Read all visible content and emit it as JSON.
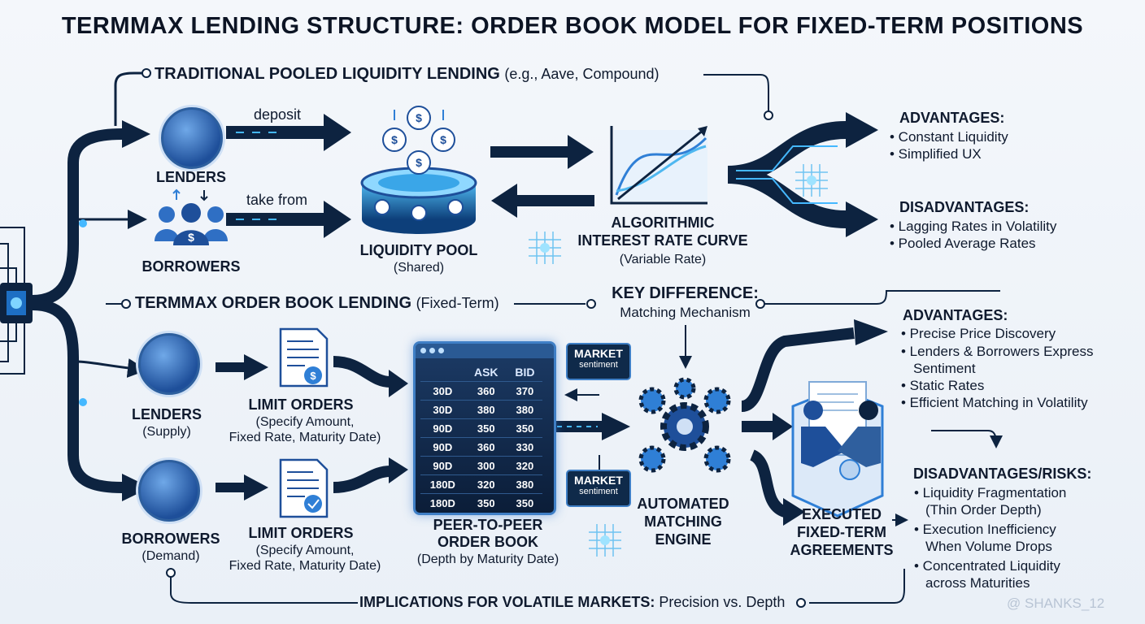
{
  "title": "TERMMAX LENDING STRUCTURE: ORDER BOOK MODEL FOR FIXED-TERM POSITIONS",
  "traditional": {
    "heading": "TRADITIONAL POOLED LIQUIDITY LENDING",
    "heading_sub": "(e.g., Aave, Compound)",
    "lenders": "LENDERS",
    "borrowers": "BORROWERS",
    "deposit": "deposit",
    "take_from": "take from",
    "pool_title": "LIQUIDITY POOL",
    "pool_sub": "(Shared)",
    "curve_title_1": "ALGORITHMIC",
    "curve_title_2": "INTEREST RATE CURVE",
    "curve_sub": "(Variable Rate)",
    "advantages_title": "ADVANTAGES:",
    "advantages": [
      "• Constant Liquidity",
      "• Simplified UX"
    ],
    "disadvantages_title": "DISADVANTAGES:",
    "disadvantages": [
      "• Lagging Rates in Volatility",
      "• Pooled Average Rates"
    ]
  },
  "termmax": {
    "heading": "TERMMAX ORDER BOOK LENDING",
    "heading_sub": "(Fixed-Term)",
    "key_diff_title": "KEY DIFFERENCE:",
    "key_diff_sub": "Matching Mechanism",
    "lenders": "LENDERS",
    "lenders_sub": "(Supply)",
    "borrowers": "BORROWERS",
    "borrowers_sub": "(Demand)",
    "limit_orders": "LIMIT ORDERS",
    "limit_orders_sub_1": "(Specify Amount,",
    "limit_orders_sub_2": "Fixed Rate, Maturity Date)",
    "order_book": {
      "col_ask": "ASK",
      "col_bid": "BID",
      "rows": [
        [
          "30D",
          "360",
          "370"
        ],
        [
          "30D",
          "380",
          "380"
        ],
        [
          "90D",
          "350",
          "350"
        ],
        [
          "90D",
          "360",
          "330"
        ],
        [
          "90D",
          "300",
          "320"
        ],
        [
          "180D",
          "320",
          "380"
        ],
        [
          "180D",
          "350",
          "350"
        ]
      ]
    },
    "market_label": "MARKET",
    "sentiment_label": "sentiment",
    "ob_title_1": "PEER-TO-PEER",
    "ob_title_2": "ORDER BOOK",
    "ob_sub": "(Depth by Maturity Date)",
    "engine_1": "AUTOMATED",
    "engine_2": "MATCHING",
    "engine_3": "ENGINE",
    "exec_1": "EXECUTED",
    "exec_2": "FIXED-TERM",
    "exec_3": "AGREEMENTS",
    "advantages_title": "ADVANTAGES:",
    "advantages": [
      "• Precise Price Discovery",
      "• Lenders & Borrowers Express",
      "Sentiment",
      "• Static Rates",
      "• Efficient Matching in Volatility"
    ],
    "risks_title": "DISADVANTAGES/RISKS:",
    "risks": [
      "• Liquidity Fragmentation",
      "(Thin Order Depth)",
      "• Execution Inefficiency",
      "When Volume Drops",
      "• Concentrated Liquidity",
      "across Maturities"
    ]
  },
  "implications": {
    "bold": "IMPLICATIONS FOR VOLATILE MARKETS:",
    "rest": "Precision vs. Depth"
  },
  "watermark": "@ SHANKS_12",
  "colors": {
    "navy": "#0d2340",
    "accent": "#2f7fd6",
    "glow": "#45b8ff"
  }
}
